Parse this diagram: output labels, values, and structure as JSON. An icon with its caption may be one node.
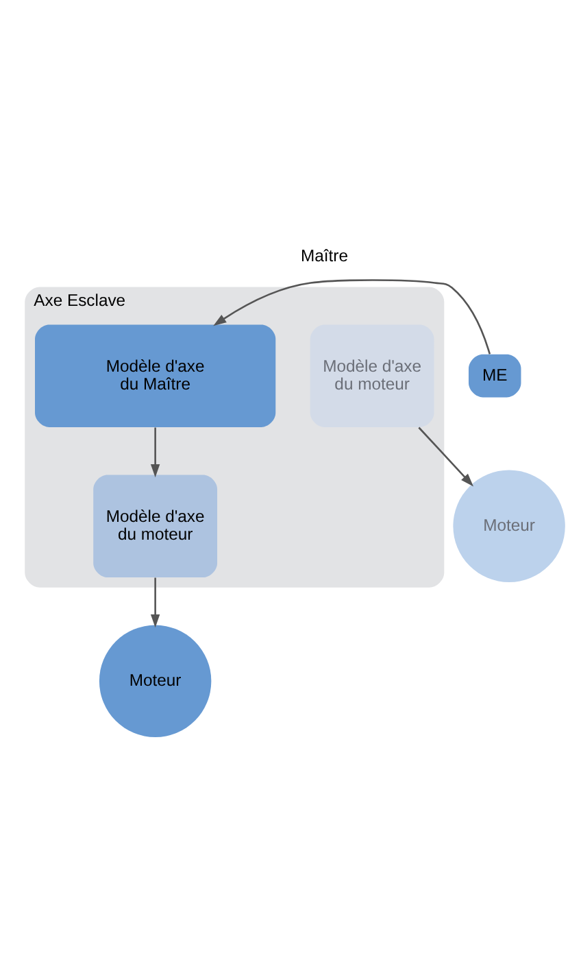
{
  "diagram": {
    "nodes": [
      {
        "text": [
          "Axe Esclave"
        ]
      },
      {
        "text": [
          "ME"
        ]
      },
      {
        "text": [
          "Modèle d'axe du Maître"
        ],
        "in": 0
      },
      {
        "text": [
          "Modèle d'axe du moteur"
        ],
        "in": 0
      },
      {
        "text": [
          "Modèle d'axe du moteur"
        ],
        "in": 0
      },
      {
        "text": [
          "Moteur"
        ]
      },
      {
        "text": [
          "Moteur"
        ]
      }
    ],
    "edges": [
      {
        "from": 1,
        "to": 2,
        "arrow": "to"
      },
      {
        "from": 2,
        "to": 3,
        "arrow": "to"
      },
      {
        "from": 3,
        "to": 5,
        "arrow": "to"
      },
      {
        "from": 4,
        "to": 6,
        "arrow": "to"
      }
    ],
    "labels": [
      "Maître"
    ]
  }
}
